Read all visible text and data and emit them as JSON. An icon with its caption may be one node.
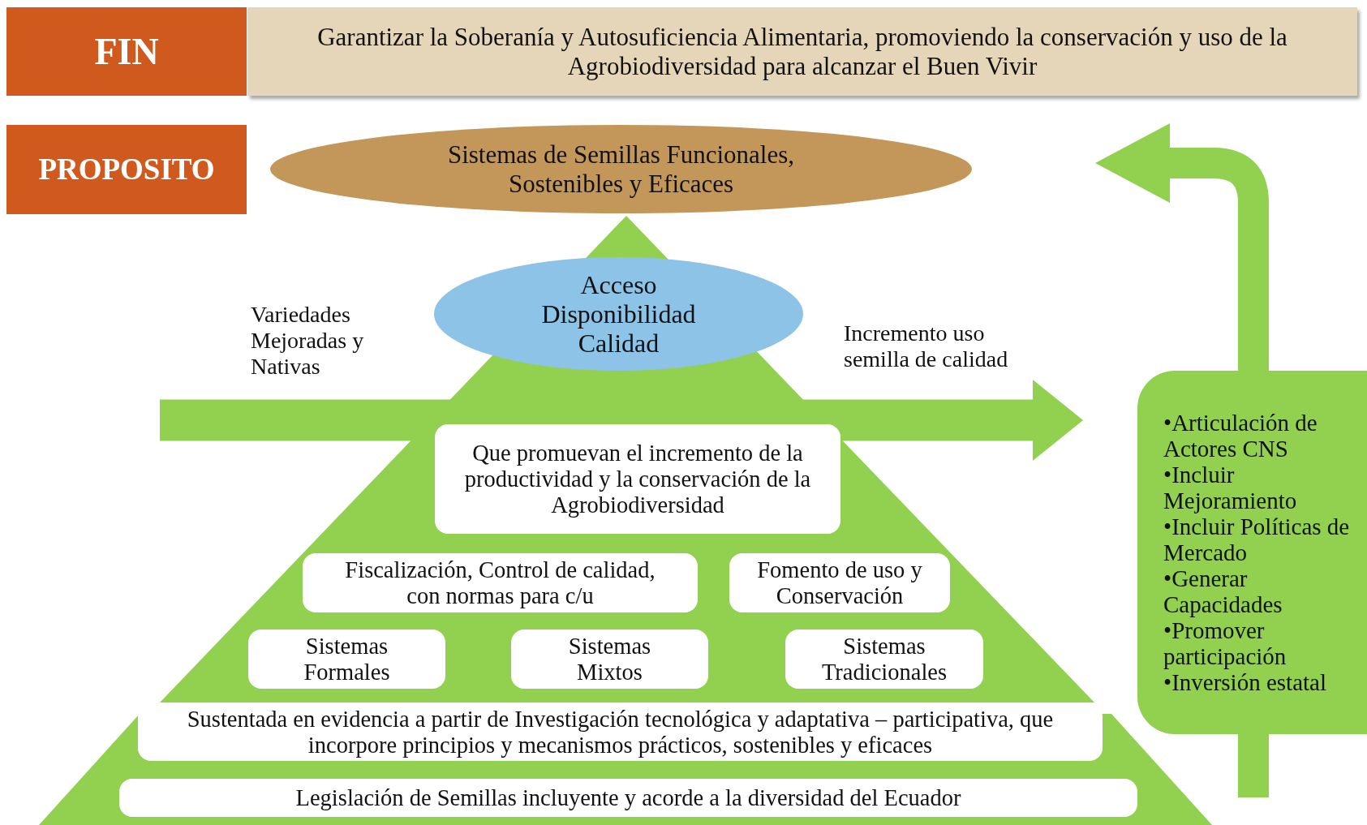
{
  "diagram": {
    "nodes": [
      {
        "text": [
          "FIN"
        ]
      },
      {
        "text": [
          "Garantizar la Soberanía  y Autosuficiencia Alimentaria, promoviendo la conservación y uso de la Agrobiodiversidad para alcanzar el Buen Vivir"
        ]
      },
      {
        "text": [
          "PROPOSITO"
        ]
      },
      {
        "text": [
          "Sistemas de Semillas Funcionales, Sostenibles y Eficaces"
        ]
      },
      {
        "text": [
          "Acceso Disponibilidad Calidad"
        ]
      },
      {
        "text": [
          "Que promuevan el incremento de la productividad y la conservación de la Agrobiodiversidad"
        ]
      },
      {
        "text": [
          "Fiscalización, Control de calidad, con normas para c/u"
        ]
      },
      {
        "text": [
          "Fomento de uso y Conservación"
        ]
      },
      {
        "text": [
          "Sistemas Formales"
        ]
      },
      {
        "text": [
          "Sistemas Mixtos"
        ]
      },
      {
        "text": [
          "Sistemas Tradicionales"
        ]
      },
      {
        "text": [
          "Sustentada en evidencia a partir de  Investigación tecnológica y adaptativa – participativa, que incorpore principios y mecanismos prácticos, sostenibles y eficaces"
        ]
      },
      {
        "text": [
          "Legislación de Semillas incluyente y acorde a la diversidad del Ecuador"
        ]
      },
      {
        "text": [
          "•Articulación de Actores CNS",
          "•Incluir Mejoramiento",
          "•Incluir Políticas de Mercado",
          "•Generar Capacidades",
          "•Promover participación",
          "•Inversión estatal"
        ]
      }
    ],
    "edges": [
      {
        "from": 13,
        "to": 1,
        "arrow": "to"
      },
      {
        "from": null,
        "to": 13,
        "arrow": "none"
      },
      {
        "from": null,
        "to": 13,
        "arrow": "to"
      }
    ],
    "labels": [
      "Variedades Mejoradas y Nativas",
      "Incremento uso semilla de calidad"
    ]
  }
}
